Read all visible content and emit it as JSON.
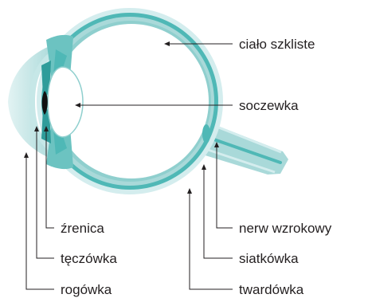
{
  "labels": {
    "vitreous": "ciało szkliste",
    "lens": "soczewka",
    "optic_nerve": "nerw wzrokowy",
    "retina": "siatkówka",
    "sclera": "twardówka",
    "pupil": "źrenica",
    "iris": "tęczówka",
    "cornea": "rogówka"
  },
  "colors": {
    "tissue_light": "#d4edee",
    "tissue_mid": "#a9d9d9",
    "sclera_teal": "#4fb8b6",
    "interior": "#ffffff",
    "line": "#231f20"
  }
}
